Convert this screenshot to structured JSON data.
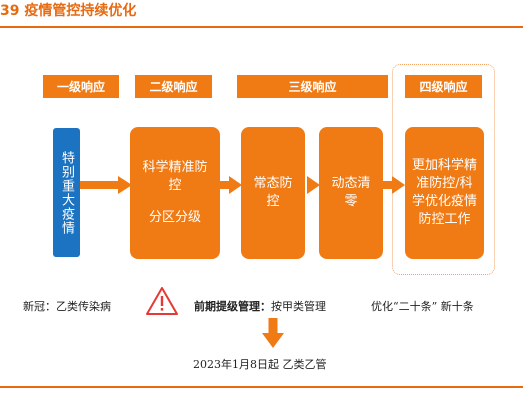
{
  "title": "39 疫情管控持续优化",
  "levels": [
    "一级响应",
    "二级响应",
    "三级响应",
    "四级响应"
  ],
  "boxes": {
    "special": "特别重大疫情",
    "b1_line1": "科学精准防控",
    "b1_line2": "分区分级",
    "b2": "常态防控",
    "b3": "动态清零",
    "b4": "更加科学精准防控/科学优化疫情防控工作"
  },
  "bottom": {
    "left": "新冠：乙类传染病",
    "mid_bold": "前期提级管理：",
    "mid_rest": "按甲类管理",
    "right": "优化“二十条” 新十条",
    "result": "2023年1月8日起 乙类乙管"
  },
  "colors": {
    "orange": "#f07a14",
    "blue": "#1c73c2",
    "warning": "#e53935"
  }
}
